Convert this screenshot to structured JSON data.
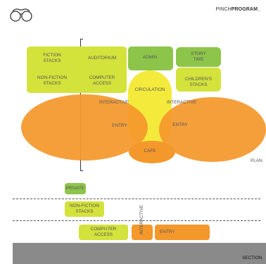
{
  "header": {
    "brand_prefix": "PINCH",
    "brand_bold": "PROGRAM_"
  },
  "icons": {
    "logo": "binoculars-icon"
  },
  "colors": {
    "lime": "#d4e23c",
    "green": "#8dc54b",
    "yellow": "#f3ea3c",
    "orange": "#f4982c",
    "ground": "#8a8a8a"
  },
  "plan": {
    "label": "PLAN",
    "zones": {
      "fiction": "FICTION\nSTACKS",
      "auditorium": "AUDITORIUM",
      "nonfiction": "NON-FICTION\nSTACKS",
      "computer": "COMPUTER\nACCESS",
      "admin": "ADMIN",
      "story": "STORY\nTIME",
      "childrens": "CHILDREN'S\nSTACKS",
      "circulation": "CIRCULATION",
      "interactive_left": "INTERACTIVE",
      "interactive_right": "INTERACTIVE",
      "entry_left": "ENTRY",
      "entry_right": "ENTRY",
      "cafe": "CAFE"
    }
  },
  "section": {
    "label": "SECTION",
    "zones": {
      "private": "PRIVATE",
      "nonfiction": "NON-FICTION\nSTACKS",
      "computer": "COMPUTER\nACCESS",
      "interactive": "INTERACTIVE",
      "entry": "ENTRY"
    }
  }
}
